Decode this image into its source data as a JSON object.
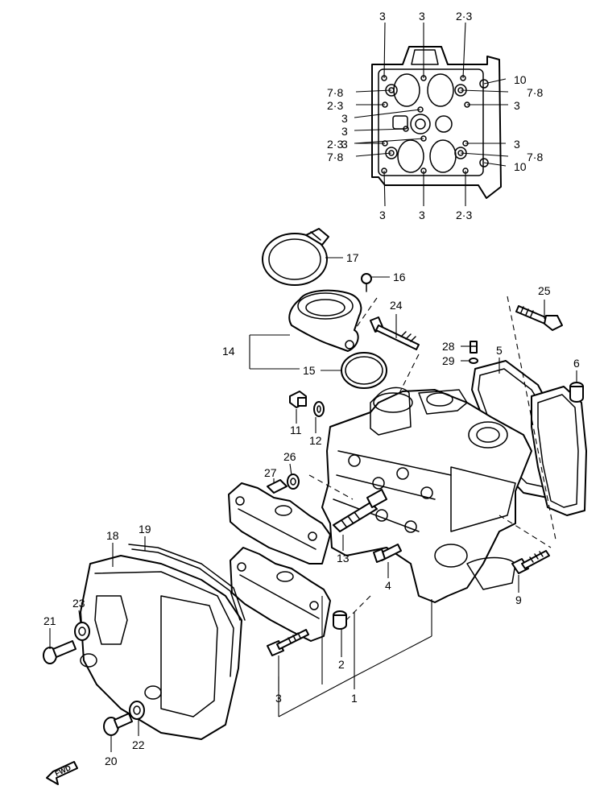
{
  "top_view": {
    "callouts": [
      "3",
      "3",
      "2·3",
      "10",
      "7·8",
      "7·8",
      "2·3",
      "3",
      "3",
      "3",
      "3",
      "3",
      "2·3",
      "7·8",
      "7·8",
      "10",
      "3",
      "3",
      "2·3"
    ]
  },
  "main_view": {
    "callouts": [
      "17",
      "16",
      "14",
      "15",
      "24",
      "25",
      "28",
      "29",
      "5",
      "6",
      "11",
      "12",
      "27",
      "26",
      "13",
      "4",
      "9",
      "18",
      "19",
      "23",
      "21",
      "20",
      "22",
      "2",
      "3",
      "1"
    ]
  },
  "fwd_label": "FWD"
}
